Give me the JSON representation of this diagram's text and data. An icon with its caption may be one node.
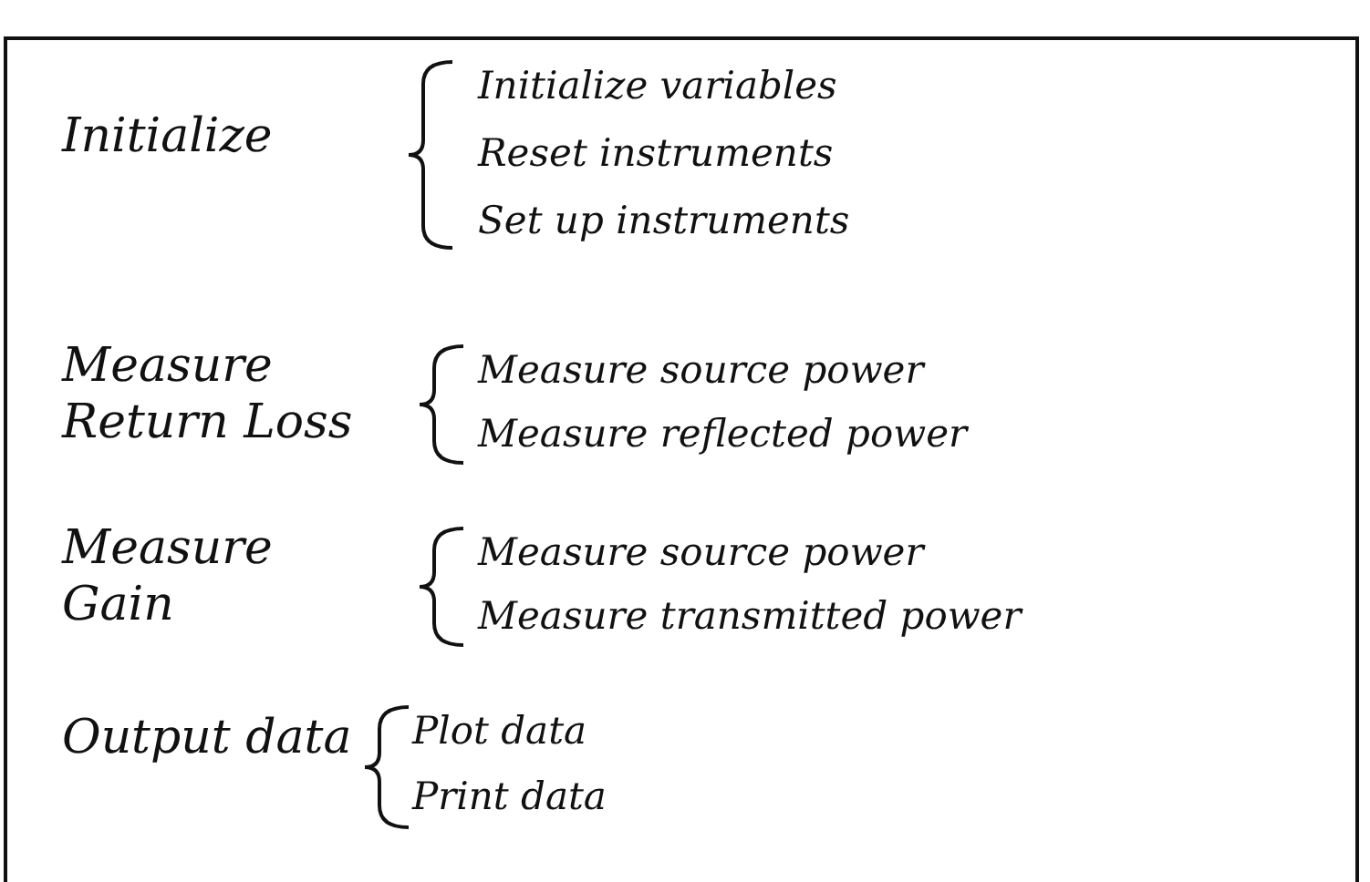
{
  "diagram": {
    "labels": [
      "Initialize",
      "Initialize variables",
      "Reset instruments",
      "Set up instruments",
      "Measure Return Loss",
      "Measure source power",
      "Measure reflected power",
      "Measure Gain",
      "Measure source power",
      "Measure transmitted power",
      "Output data",
      "Plot data",
      "Print data"
    ]
  }
}
